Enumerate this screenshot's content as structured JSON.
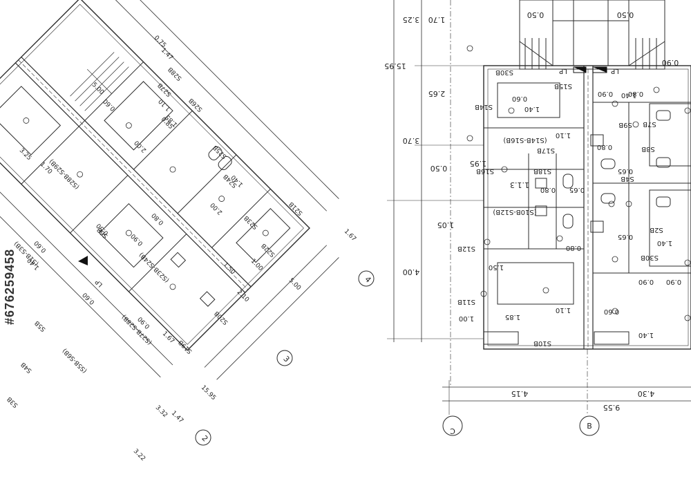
{
  "watermark_id": "#676259458",
  "right_plan": {
    "dims_left": [
      "3.25",
      "1.70",
      "15.95",
      "2.65",
      "3.70",
      "1.95",
      "4.00",
      "0.50",
      "1.05",
      "1.1.3"
    ],
    "dims_top": [
      "0.50",
      "0.50",
      "0.90",
      "0.90"
    ],
    "dims_bottom": [
      "4.15",
      "4.30",
      "9.55"
    ],
    "room_tags": [
      "S30B",
      "S15B",
      "S14B",
      "S17B",
      "S16B",
      "S18B",
      "S12B",
      "S10B",
      "S11B",
      "S9B",
      "S7B",
      "S8B",
      "S4B",
      "S2B",
      "S30B"
    ],
    "room_dims": [
      "0.60",
      "1.40",
      "1.10",
      "0.80",
      "0.65",
      "0.65",
      "0.80",
      "0.80",
      "1.50",
      "1.85",
      "1.10",
      "1.00",
      "0.90",
      "0.80",
      "0.60",
      "1.40",
      "0.65",
      "0.90",
      "0.90",
      "1.40",
      "1.40"
    ],
    "circuit_notes": [
      "(S14B-S16B)",
      "(S10B-S12B)"
    ],
    "panel_labels": [
      "LP",
      "LP"
    ],
    "grid_labels": [
      "C",
      "B"
    ]
  },
  "left_plan": {
    "dims": [
      "5.00",
      "3.25",
      "1.70",
      "15.95",
      "3.32",
      "3.22",
      "5.00",
      "1.67",
      "1.67",
      "1.47",
      "1.47",
      "0.75",
      "0.85",
      "1.00",
      "2.10",
      "1.50"
    ],
    "room_tags": [
      "S28B",
      "S27B",
      "S26B",
      "S25B",
      "S24B",
      "S23B",
      "S22B",
      "S21B",
      "S20B",
      "S19B",
      "S6B",
      "S5B",
      "S4B",
      "S3B"
    ],
    "circuit_notes": [
      "(S28B-S29B)",
      "(S23B-S24B)",
      "(S27B-S28B)",
      "(S1B-S3B)",
      "(S5B-S6B)"
    ],
    "room_dims": [
      "0.60",
      "1.10",
      "1.85",
      "2.00",
      "1.40",
      "2.00",
      "0.80",
      "0.90",
      "1.40",
      "0.60",
      "0.50",
      "0.60",
      "0.90"
    ],
    "panel_labels": [
      "LP"
    ],
    "grid_labels": [
      "4",
      "3",
      "2"
    ]
  },
  "colors": {
    "line": "#2a2a2a",
    "paper": "#ffffff",
    "watermark": "#d8d8d8"
  }
}
